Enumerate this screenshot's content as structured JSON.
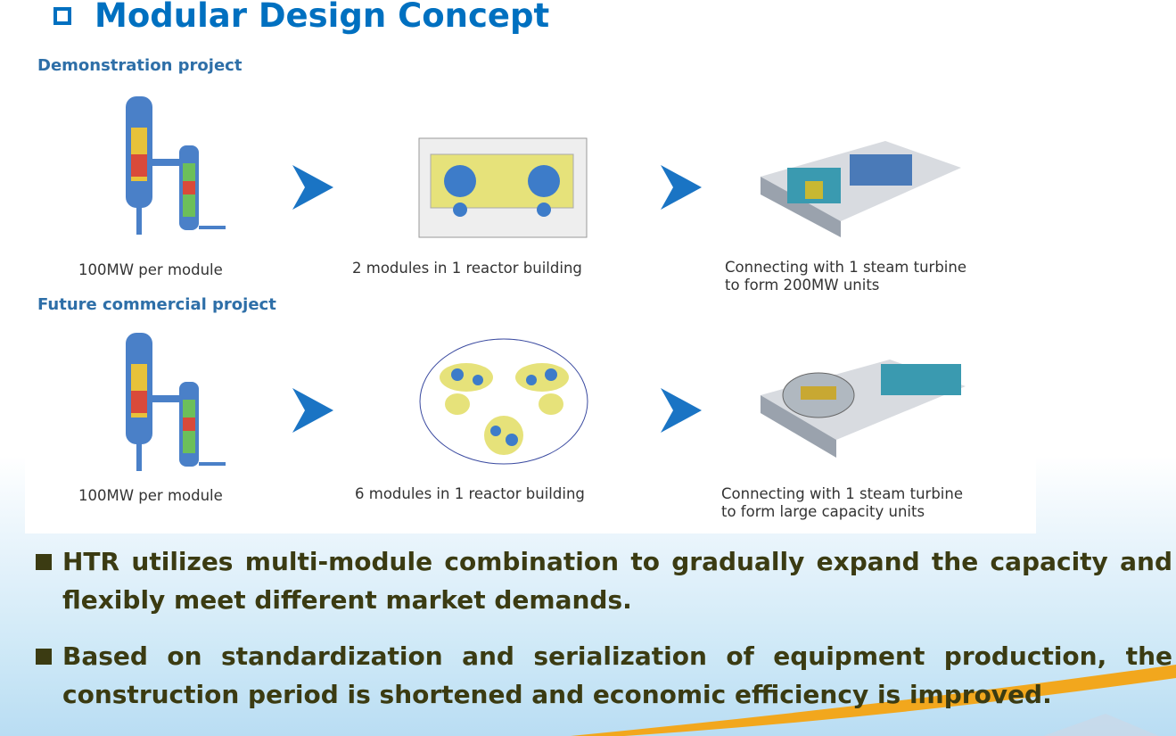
{
  "title": "Modular Design Concept",
  "demo": {
    "heading": "Demonstration project",
    "captions": [
      "100MW per module",
      "2 modules in 1 reactor building",
      "Connecting with 1 steam turbine",
      "to form 200MW units"
    ]
  },
  "future": {
    "heading": "Future commercial project",
    "captions": [
      "100MW per module",
      "6 modules in 1 reactor building",
      "Connecting with 1 steam turbine",
      "to form large capacity units"
    ]
  },
  "bullets": [
    "HTR utilizes multi-module combination to gradually expand the capacity and flexibly meet different market demands.",
    "Based on standardization and serialization of equipment production, the construction period is shortened and economic efficiency is improved."
  ],
  "colors": {
    "title": "#0070c0",
    "arrow": "#1a74c4",
    "bullet_text": "#3b3b12",
    "swoosh": "#f2a71d"
  }
}
